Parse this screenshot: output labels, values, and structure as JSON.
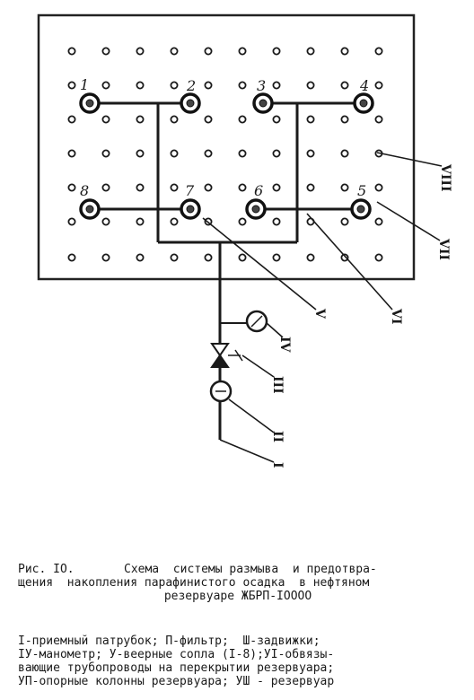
{
  "figure": {
    "nozzle_labels": [
      "1",
      "2",
      "3",
      "4",
      "5",
      "6",
      "7",
      "8"
    ],
    "roman_labels": {
      "i": "I",
      "ii": "II",
      "iii": "III",
      "iv": "IV",
      "v": "V",
      "vi": "VI",
      "vii": "VII",
      "viii": "VIII"
    }
  },
  "caption": {
    "figure_number": "Рис. IO.",
    "line1": "Схема  системы размыва  и предотвра-",
    "line2": "щения  накопления парафинистого осадка  в нефтяном",
    "line3": "резервуаре ЖБРП-IOOOO"
  },
  "legend": [
    "I-приемный патрубок; П-фильтр;  Ш-задвижки;",
    "IУ-манометр; У-веерные сопла (I-8);УI-обвязы-",
    "вающие трубопроводы на перекрытии резервуара;",
    "УП-опорные колонны резервуара; УШ - резервуар"
  ]
}
